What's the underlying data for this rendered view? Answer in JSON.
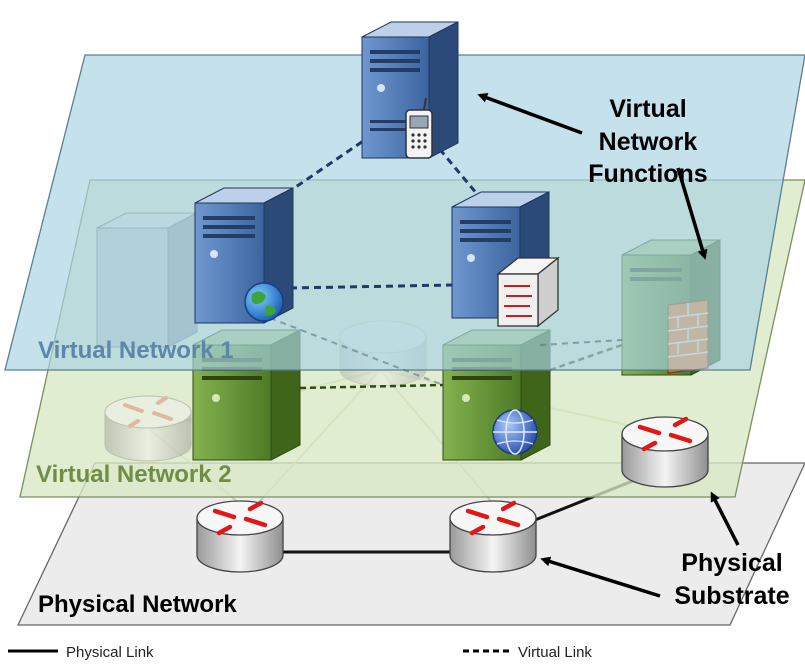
{
  "labels": {
    "vnf": [
      "Virtual",
      "Network",
      "Functions"
    ],
    "vn1": "Virtual Network 1",
    "vn2": "Virtual Network 2",
    "physical_network": "Physical Network",
    "physical_substrate": [
      "Physical",
      "Substrate"
    ]
  },
  "legend": {
    "physical_link": "Physical Link",
    "virtual_link": "Virtual Link"
  },
  "colors": {
    "vn1_plane": "#a9d3e3",
    "vn2_plane": "#d6e6c0",
    "physical_plane": "#ececec",
    "server_blue": "#4a72a8",
    "server_green": "#5b8a2e",
    "vn1_text": "#5b87a8",
    "vn2_text": "#6f8d45",
    "router_arrow": "#e01818",
    "firewall": "#ee7a22"
  },
  "icons": [
    "server-icon",
    "router-icon",
    "globe-icon",
    "phone-icon",
    "switch-icon",
    "firewall-icon"
  ]
}
